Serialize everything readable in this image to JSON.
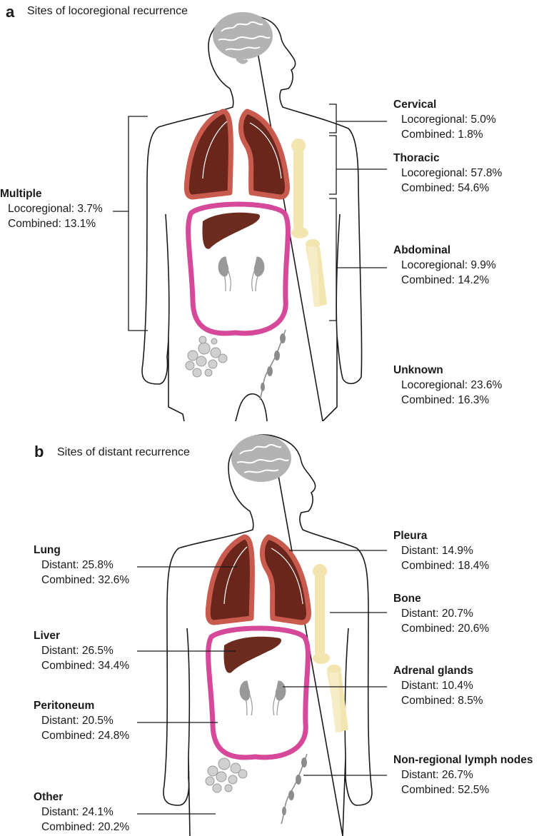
{
  "panel_a": {
    "letter": "a",
    "title": "Sites of locoregional recurrence",
    "sites": [
      {
        "name": "Cervical",
        "lines": [
          "Locoregional: 5.0%",
          "Combined: 1.8%"
        ]
      },
      {
        "name": "Thoracic",
        "lines": [
          "Locoregional: 57.8%",
          "Combined: 54.6%"
        ]
      },
      {
        "name": "Abdominal",
        "lines": [
          "Locoregional: 9.9%",
          "Combined: 14.2%"
        ]
      },
      {
        "name": "Unknown",
        "lines": [
          "Locoregional: 23.6%",
          "Combined: 16.3%"
        ]
      },
      {
        "name": "Multiple",
        "lines": [
          "Locoregional: 3.7%",
          "Combined: 13.1%"
        ]
      }
    ]
  },
  "panel_b": {
    "letter": "b",
    "title": "Sites of distant recurrence",
    "sites": [
      {
        "name": "Lung",
        "lines": [
          "Distant: 25.8%",
          "Combined: 32.6%"
        ]
      },
      {
        "name": "Liver",
        "lines": [
          "Distant: 26.5%",
          "Combined: 34.4%"
        ]
      },
      {
        "name": "Peritoneum",
        "lines": [
          "Distant: 20.5%",
          "Combined: 24.8%"
        ]
      },
      {
        "name": "Other",
        "lines": [
          "Distant: 24.1%",
          "Combined: 20.2%"
        ]
      },
      {
        "name": "Pleura",
        "lines": [
          "Distant: 14.9%",
          "Combined: 18.4%"
        ]
      },
      {
        "name": "Bone",
        "lines": [
          "Distant: 20.7%",
          "Combined: 20.6%"
        ]
      },
      {
        "name": "Adrenal glands",
        "lines": [
          "Distant: 10.4%",
          "Combined: 8.5%"
        ]
      },
      {
        "name": "Non-regional lymph nodes",
        "lines": [
          "Distant: 26.7%",
          "Combined: 52.5%"
        ]
      }
    ]
  },
  "colors": {
    "lung_fill": "#6b261b",
    "lung_outline": "#c95a4e",
    "liver": "#6b2b1f",
    "peritoneum": "#d6489a",
    "bone": "#f2e5b0",
    "brain": "#b3b3b3",
    "kidney": "#999999",
    "lymph": "#8c8c8c",
    "body_outline": "#1a1a1a",
    "leader_line": "#1a1a1a"
  },
  "icons": [
    "brain-icon",
    "lung-icon",
    "liver-icon",
    "kidney-icon",
    "bone-icon",
    "lymph-node-icon",
    "cell-cluster-icon"
  ]
}
